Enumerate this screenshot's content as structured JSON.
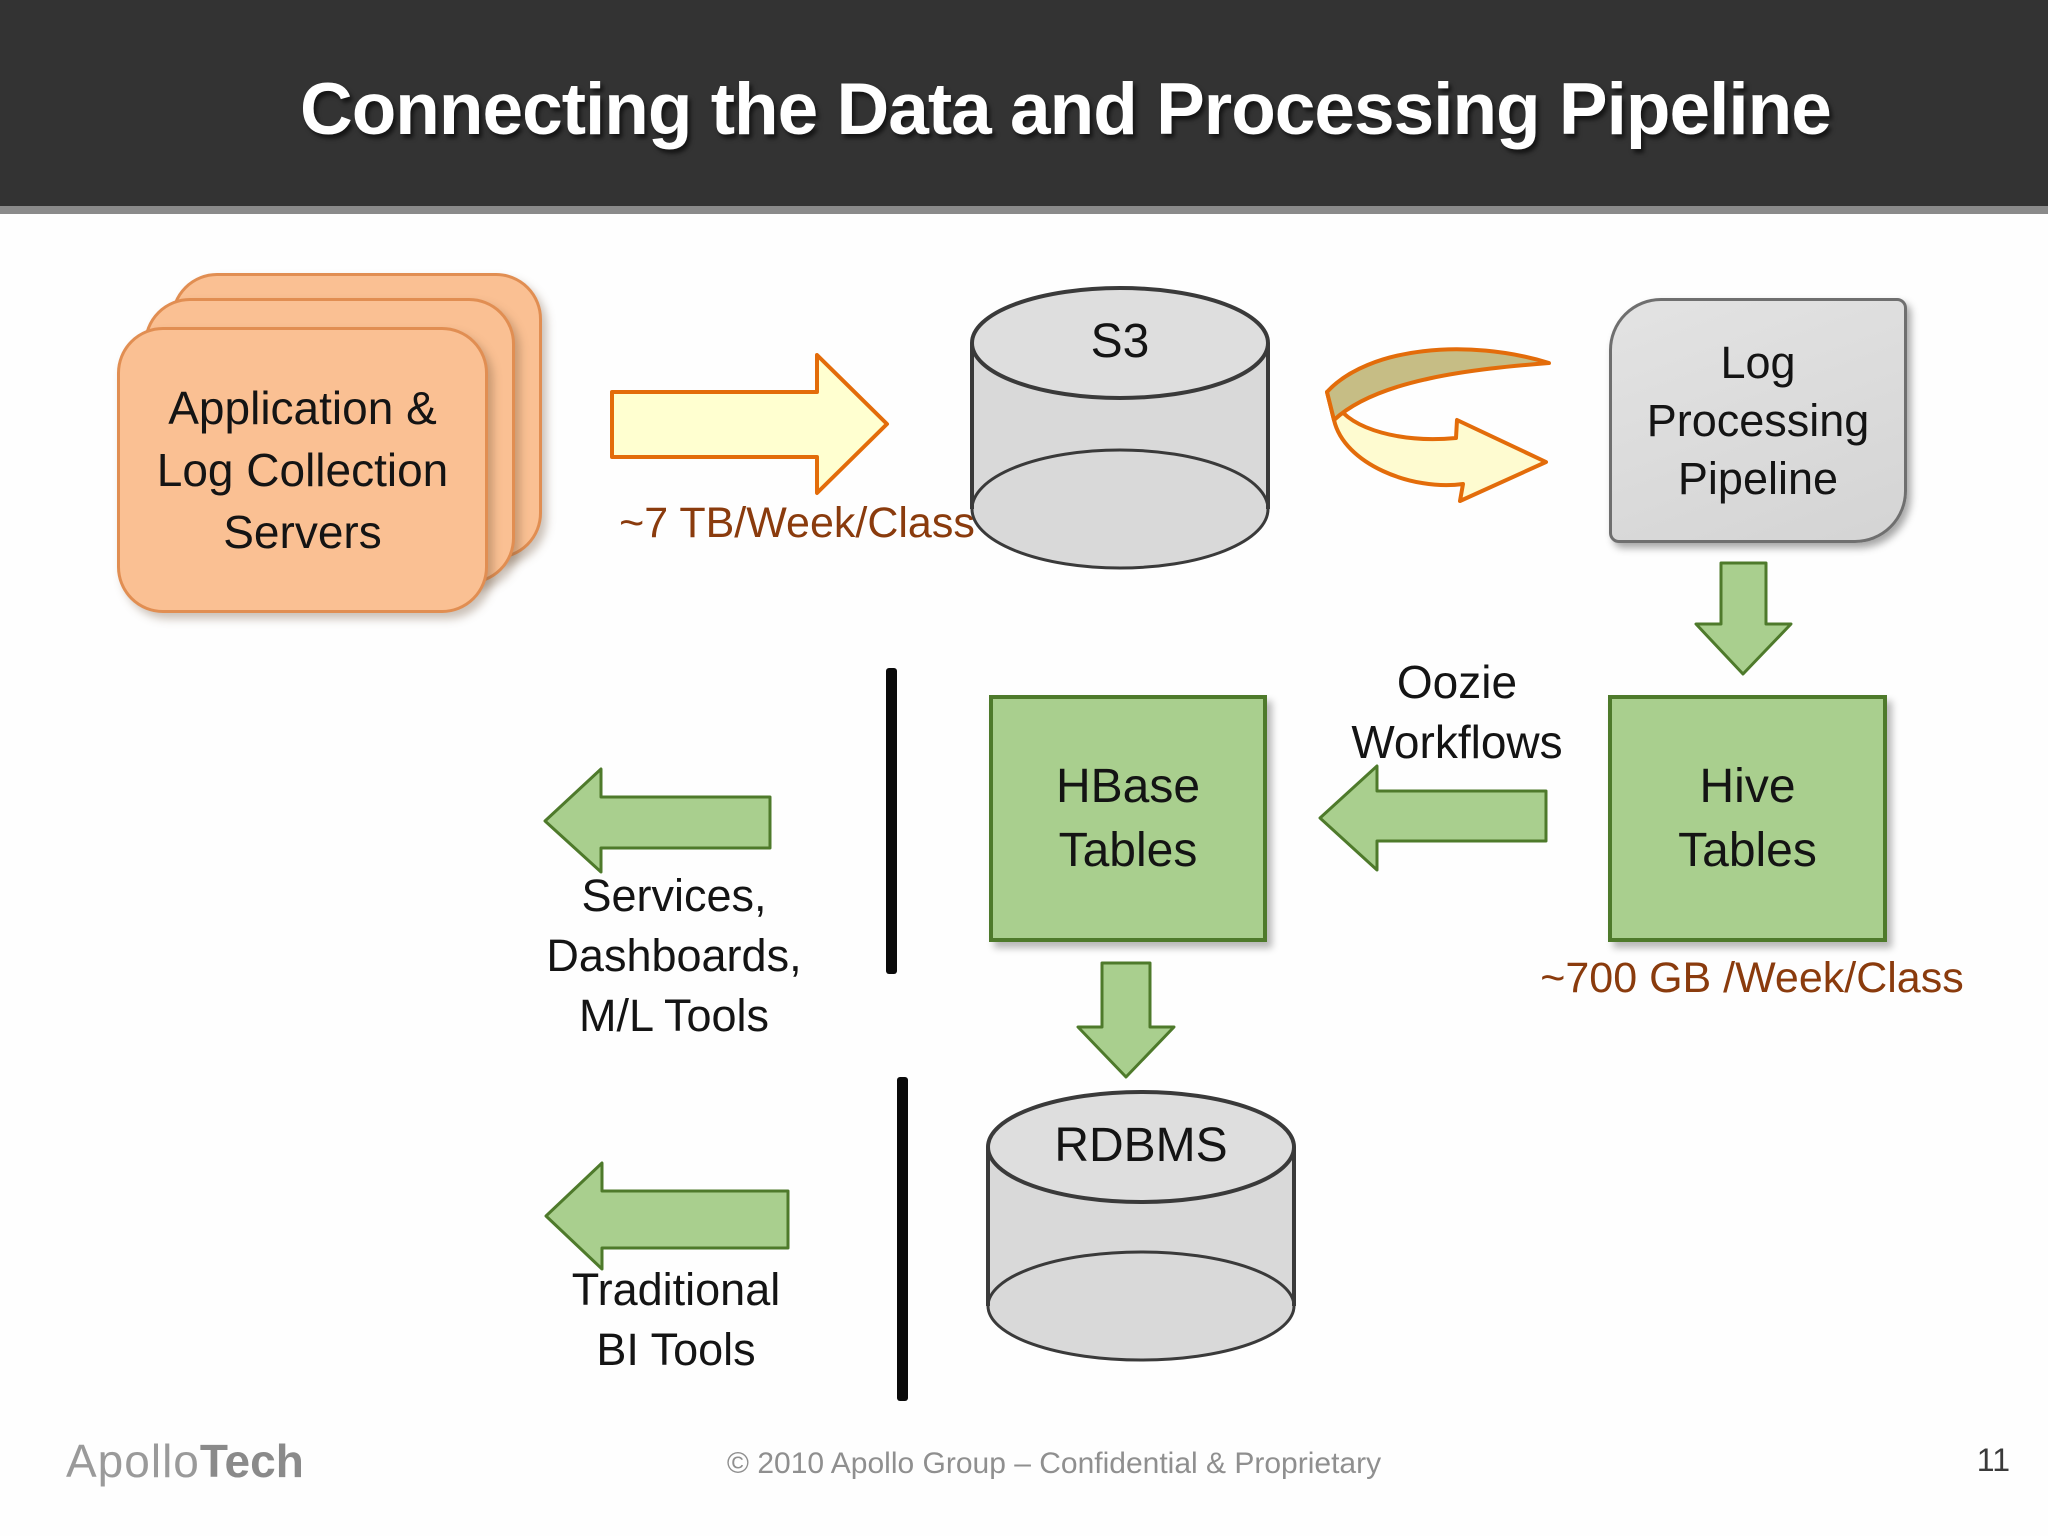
{
  "slide": {
    "title": "Connecting the Data and Processing Pipeline",
    "page_number": "11",
    "footer": {
      "logo_apollo": "Apollo",
      "logo_tech": "Tech",
      "copyright": "© 2010 Apollo Group – Confidential & Proprietary"
    }
  },
  "nodes": {
    "app_servers": {
      "label": "Application &\nLog Collection\nServers",
      "shape": "stacked-rounded-cards",
      "color": "#FAC093"
    },
    "s3": {
      "label": "S3",
      "shape": "cylinder",
      "color": "#D9D9D9"
    },
    "log_pipeline": {
      "label": "Log\nProcessing\nPipeline",
      "shape": "alternate-process",
      "color": "#D9D9D9"
    },
    "hive": {
      "label": "Hive\nTables",
      "shape": "rectangle",
      "color": "#A9CF8E"
    },
    "hbase": {
      "label": "HBase\nTables",
      "shape": "rectangle",
      "color": "#A9CF8E"
    },
    "rdbms": {
      "label": "RDBMS",
      "shape": "cylinder",
      "color": "#D9D9D9"
    }
  },
  "annotations": {
    "ingest_rate": "~7 TB/Week/Class",
    "hive_rate": "~700 GB /Week/Class",
    "oozie": "Oozie\nWorkflows",
    "services": "Services,\nDashboards,\nM/L Tools",
    "bi_tools": "Traditional\nBI Tools"
  },
  "edges": [
    {
      "from": "app_servers",
      "to": "s3",
      "style": "yellow-block-arrow",
      "label": "~7 TB/Week/Class"
    },
    {
      "from": "s3",
      "to": "log_pipeline",
      "style": "curved-swoosh-arrow"
    },
    {
      "from": "log_pipeline",
      "to": "hive",
      "style": "green-down-arrow"
    },
    {
      "from": "hive",
      "to": "hbase",
      "style": "green-left-arrow",
      "label": "Oozie Workflows"
    },
    {
      "from": "hbase",
      "to": "rdbms",
      "style": "green-down-arrow"
    },
    {
      "from": "hbase",
      "to": "services-dashboards-ml-tools",
      "style": "green-left-arrow"
    },
    {
      "from": "rdbms",
      "to": "traditional-bi-tools",
      "style": "green-left-arrow"
    }
  ],
  "colors": {
    "header_bg": "#333333",
    "header_rule": "#8A8A8A",
    "card_orange": "#FAC093",
    "card_orange_border": "#E18E52",
    "arrow_yellow_fill": "#FFFFD0",
    "arrow_orange_outline": "#E36C0A",
    "swoosh_olive": "#C6BD85",
    "shape_gray": "#D9D9D9",
    "shape_gray_border": "#3A3A3A",
    "green_fill": "#A9CF8E",
    "green_border": "#4E7A2B",
    "annotation_brown": "#8A3B0D",
    "divider_black": "#0A0A0A"
  }
}
